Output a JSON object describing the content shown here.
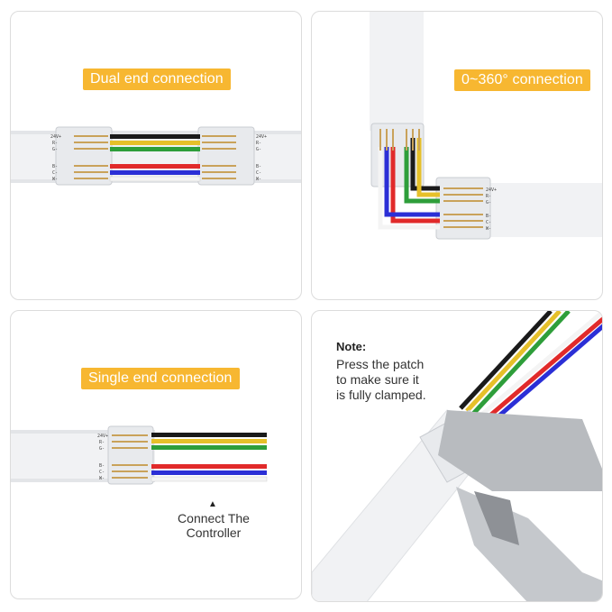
{
  "panels": {
    "dual": {
      "badge": "Dual end connection"
    },
    "angle": {
      "badge": "0~360° connection"
    },
    "single": {
      "badge": "Single end connection",
      "caption": "Connect The\nController"
    },
    "note": {
      "title": "Note:",
      "text": "Press the patch\nto make sure it\nis fully clamped."
    }
  },
  "strip_labels": {
    "pin_24v": "24V+",
    "pin_r": "R-",
    "pin_g": "G-",
    "pin_b": "B-",
    "pin_c": "C-",
    "pin_w": "W-"
  },
  "colors": {
    "badge": "#f7b731",
    "wire_black": "#1a1a1a",
    "wire_yellow": "#e6c02a",
    "wire_green": "#2e9e3a",
    "wire_red": "#e12a2a",
    "wire_blue": "#2b2fd6",
    "wire_white": "#f4f4f4",
    "strip": "#f2f3f5"
  }
}
